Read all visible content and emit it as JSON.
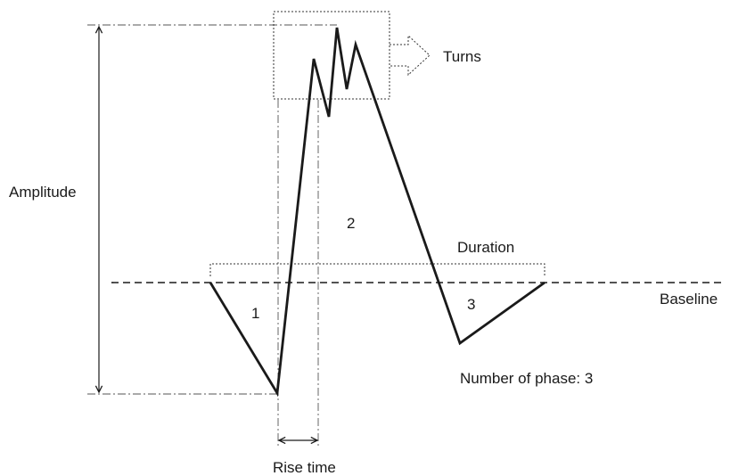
{
  "labels": {
    "amplitude": "Amplitude",
    "turns": "Turns",
    "duration": "Duration",
    "baseline": "Baseline",
    "phase_1": "1",
    "phase_2": "2",
    "phase_3": "3",
    "phase_count": "Number of phase: 3",
    "rise_time": "Rise time"
  }
}
